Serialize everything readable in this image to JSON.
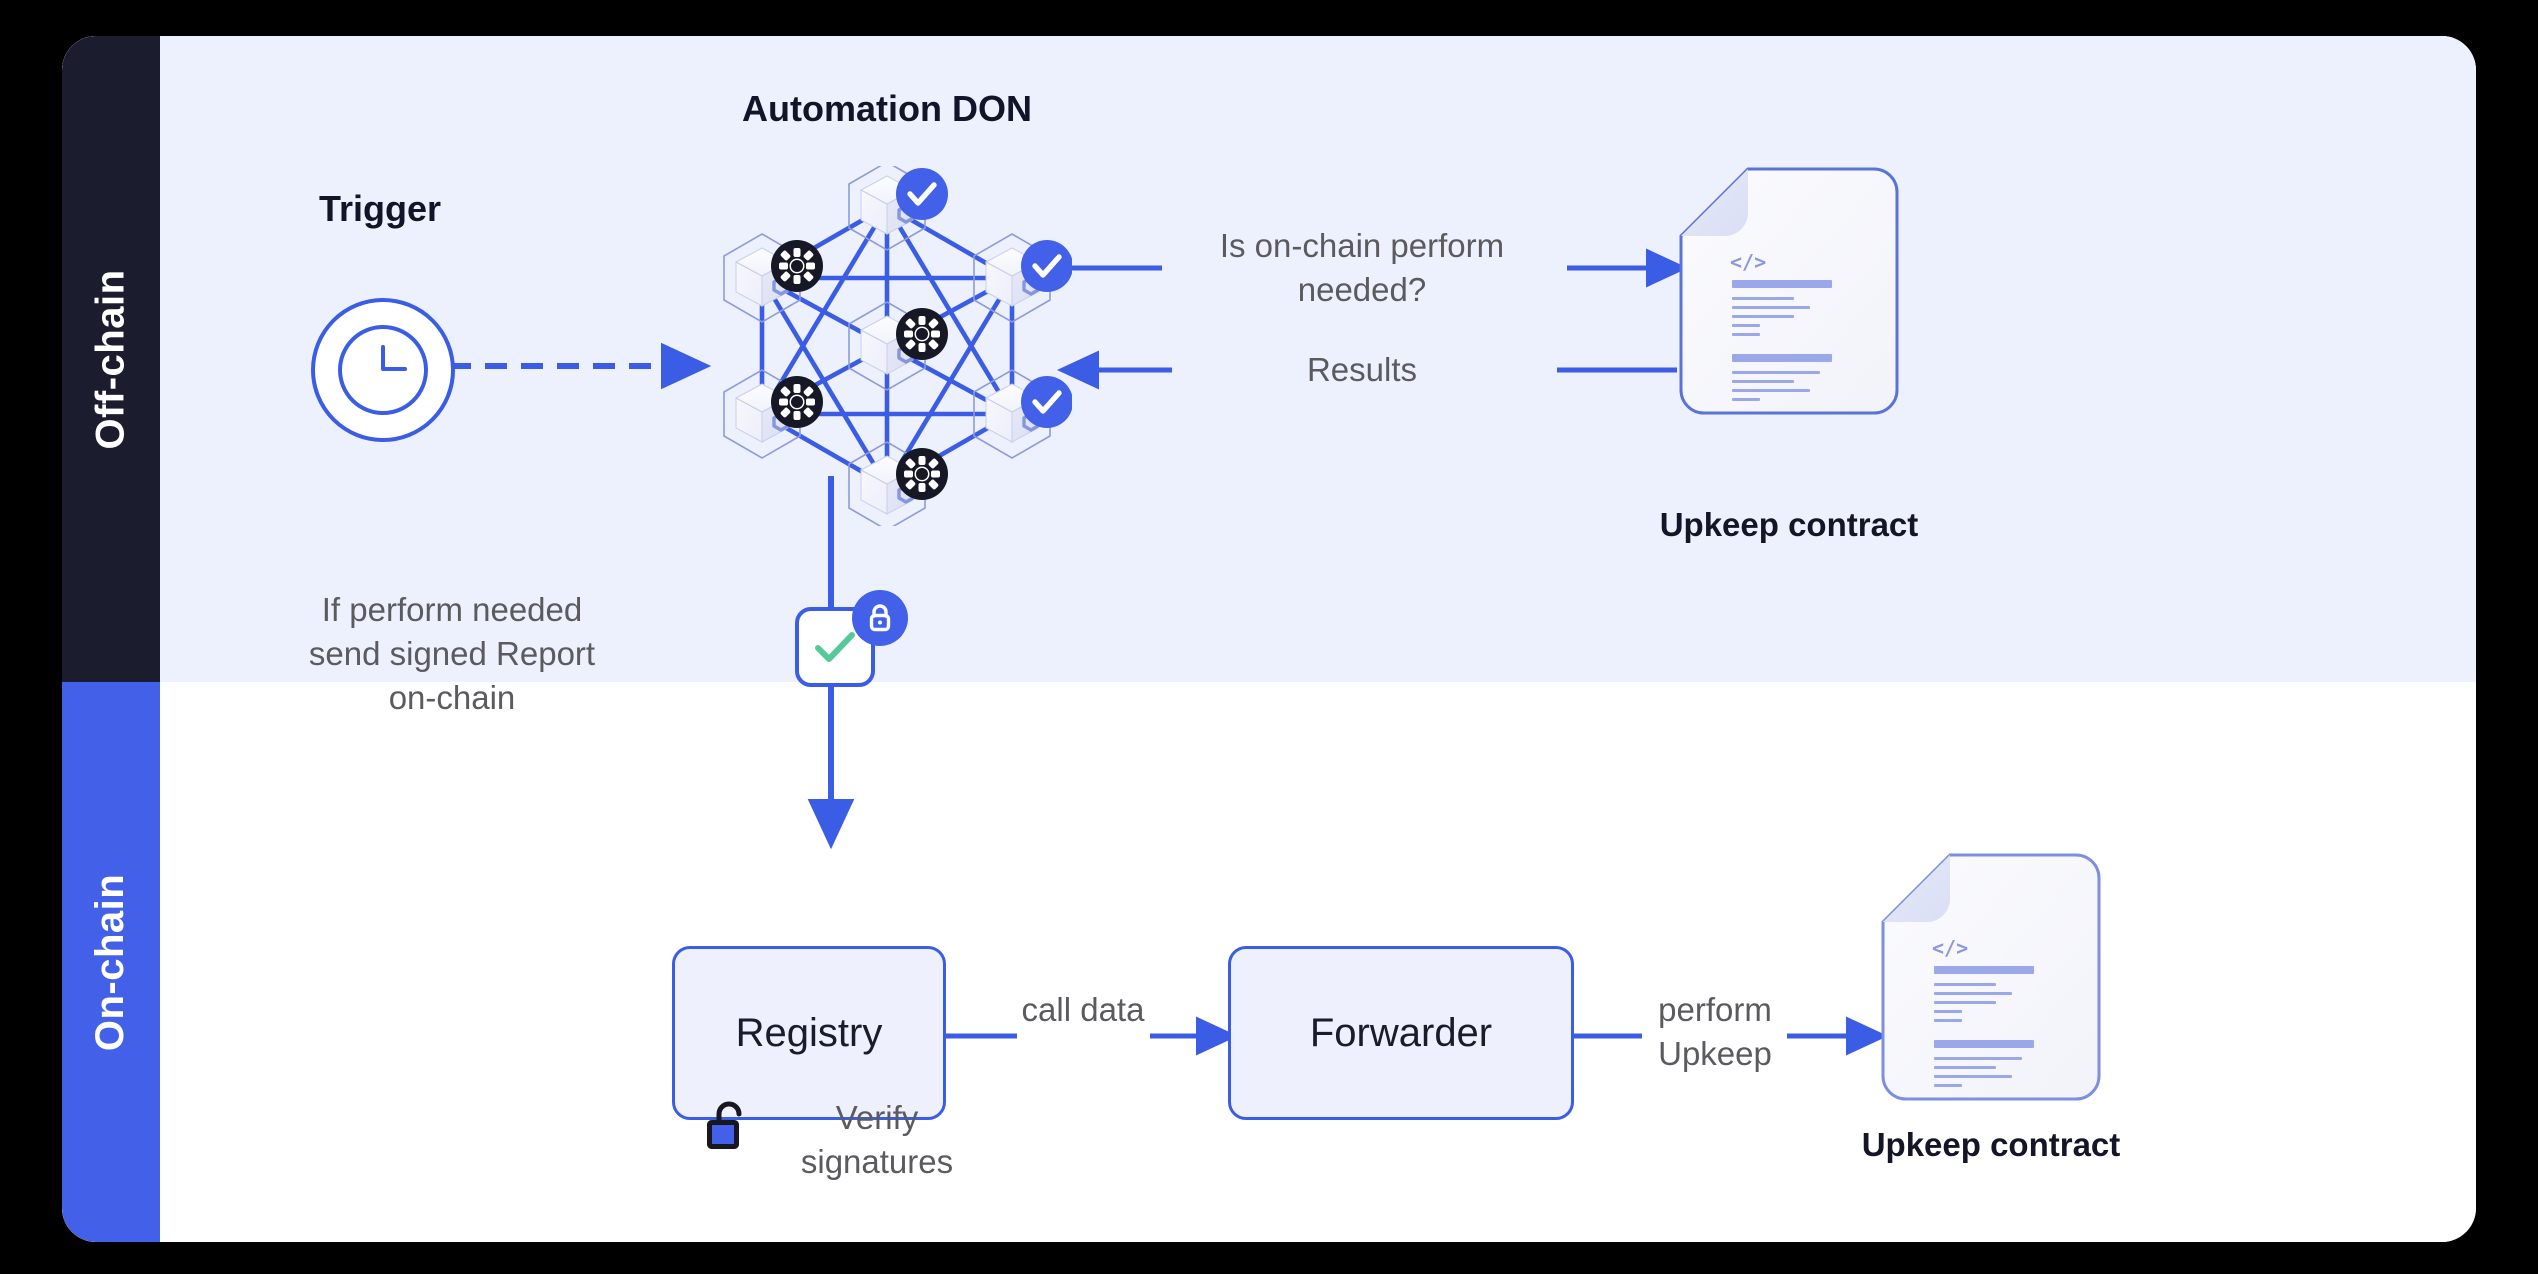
{
  "diagram": {
    "title": "Chainlink Automation architecture",
    "bands": [
      {
        "id": "off-chain",
        "label": "Off-chain",
        "color": "#1b1d2e"
      },
      {
        "id": "on-chain",
        "label": "On-chain",
        "color": "#4360e8"
      }
    ],
    "colors": {
      "accent_blue": "#3b5ce4",
      "band_blue": "#4360e8",
      "band_navy": "#1b1d2e",
      "panel_lavender": "#edf0fd",
      "box_fill": "#eef1fd",
      "check_green": "#56c99a",
      "text_gray": "#5b5b5f",
      "text_dark": "#121429",
      "doc_line": "#9aa7e8",
      "page_background": "#000000",
      "card_background": "#ffffff"
    },
    "headings": {
      "trigger": "Trigger",
      "automation_don": "Automation DON"
    },
    "labels": {
      "is_perform_needed": "Is on-chain perform needed?",
      "results": "Results",
      "upkeep_contract_top": "Upkeep contract",
      "if_perform_needed": "If perform needed send signed Report on-chain",
      "call_data": "call data",
      "perform_upkeep": "perform Upkeep",
      "verify_signatures": "Verify signatures",
      "upkeep_contract_bottom": "Upkeep contract"
    },
    "boxes": [
      {
        "id": "registry",
        "label": "Registry"
      },
      {
        "id": "forwarder",
        "label": "Forwarder"
      }
    ],
    "icons": {
      "trigger": "clock-icon",
      "signed_report": "check-square-icon",
      "signed_report_badge": "lock-closed-icon",
      "verify": "lock-open-icon",
      "contract": "code-document-icon",
      "node_oracle": "gear-icon",
      "node_verified": "check-circle-icon"
    },
    "don_nodes": [
      {
        "id": "node-top",
        "badge": "check-circle-icon"
      },
      {
        "id": "node-upper-left",
        "badge": "gear-icon"
      },
      {
        "id": "node-upper-right",
        "badge": "check-circle-icon"
      },
      {
        "id": "node-center",
        "badge": "gear-icon"
      },
      {
        "id": "node-lower-left",
        "badge": "gear-icon"
      },
      {
        "id": "node-lower-right",
        "badge": "check-circle-icon"
      },
      {
        "id": "node-bottom",
        "badge": "gear-icon"
      }
    ]
  }
}
